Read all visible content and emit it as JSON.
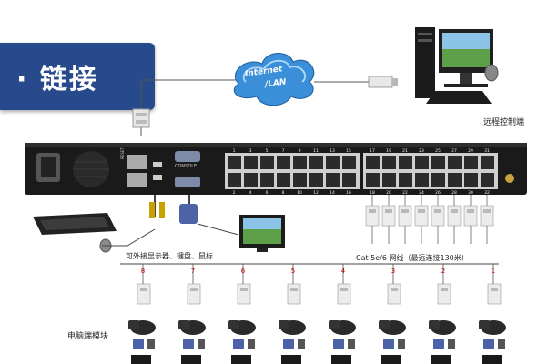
{
  "banner": {
    "title": "· 链接"
  },
  "cloud": {
    "line1": "Internet",
    "line2": "/LAN"
  },
  "labels": {
    "remote": "远程控制端",
    "peripherals": "可外接显示器、键盘、鼠标",
    "cable": "Cat 5e/6 网线（最远连接130米）",
    "modules": "电脑端模块"
  },
  "device": {
    "reset": "RESET",
    "console": "CONSOLE",
    "top_ports": [
      "1",
      "3",
      "5",
      "7",
      "9",
      "11",
      "13",
      "15",
      "17",
      "19",
      "21",
      "23",
      "25",
      "27",
      "29",
      "31"
    ],
    "bottom_ports": [
      "2",
      "4",
      "6",
      "8",
      "10",
      "12",
      "14",
      "16",
      "18",
      "20",
      "22",
      "24",
      "26",
      "28",
      "30",
      "32"
    ]
  },
  "computer_ports": [
    "8",
    "7",
    "6",
    "5",
    "4",
    "3",
    "2",
    "1"
  ],
  "colors": {
    "banner": "#274a8c",
    "port_number": "#c00000",
    "device": "#1a1a1a"
  }
}
